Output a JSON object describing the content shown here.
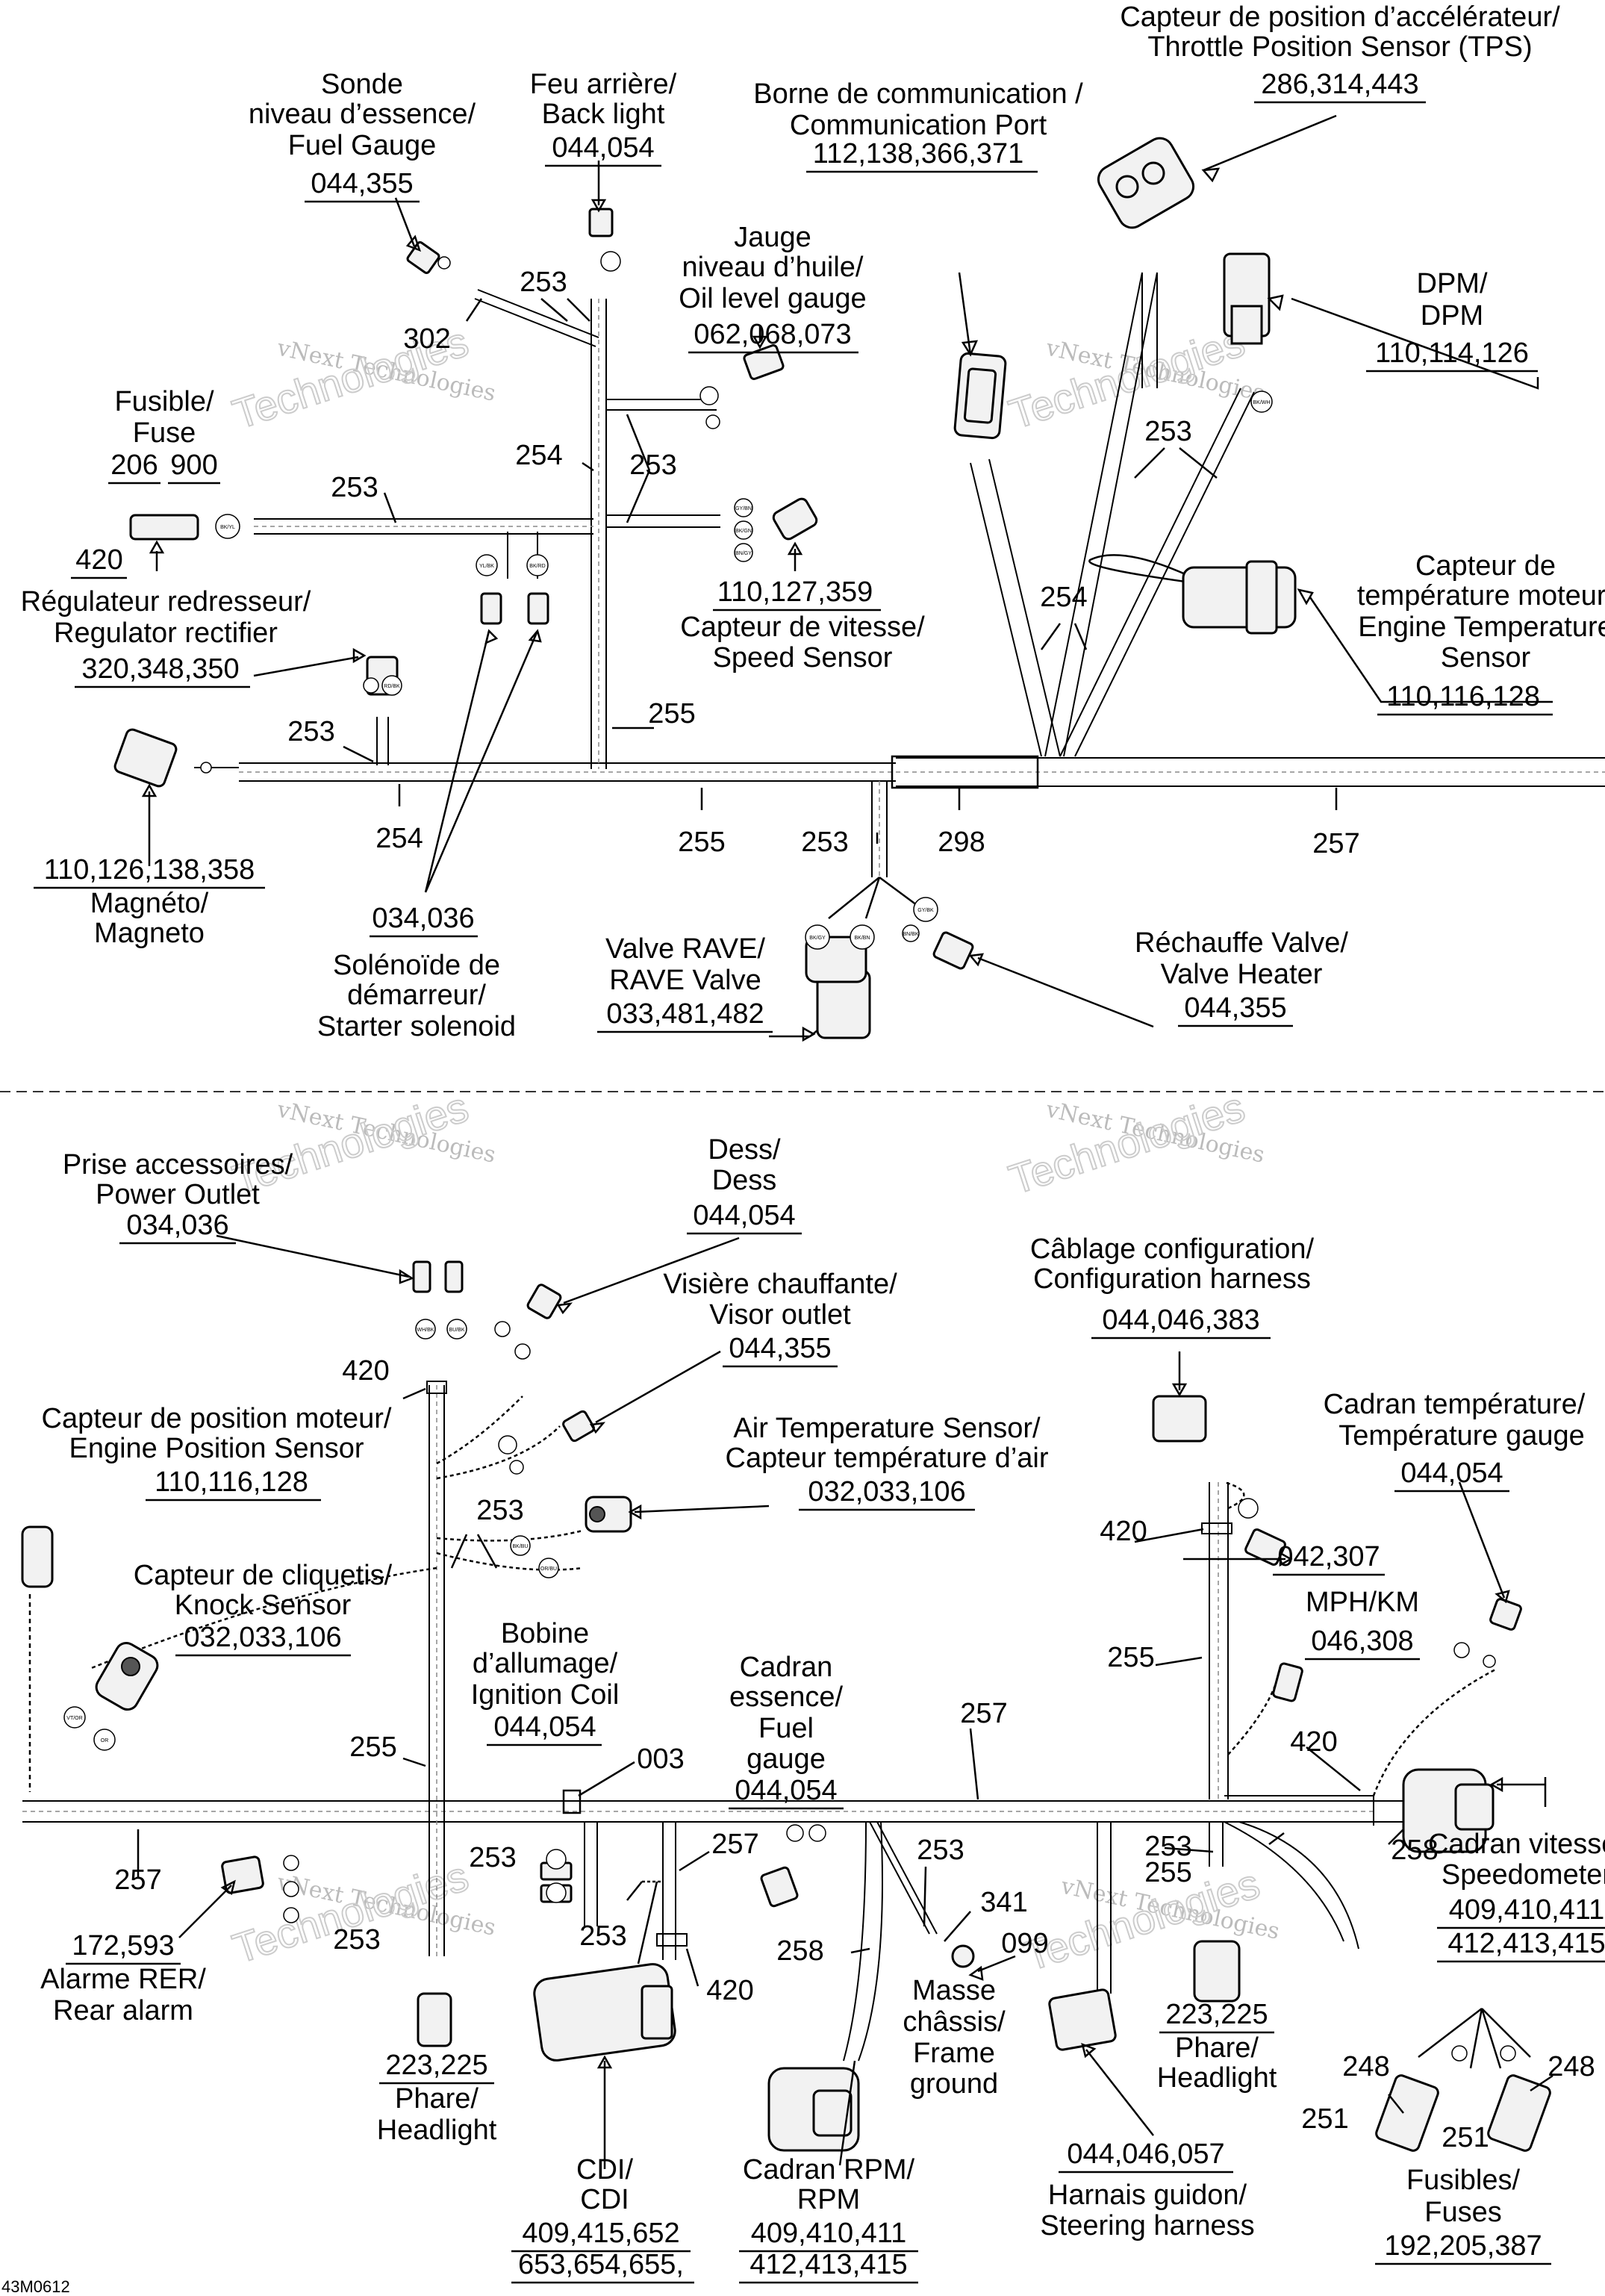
{
  "watermark": {
    "line1": "vNext Technologies",
    "line2": "Technologies",
    "line3": "vNext"
  },
  "top": {
    "tps": {
      "fr": "Capteur de position d’accélérateur/",
      "en": "Throttle Position Sensor (TPS)",
      "refs": "286,314,443"
    },
    "fuel_sensor": {
      "l1": "Sonde",
      "l2": "niveau d’essence/",
      "l3": "Fuel Gauge",
      "refs": "044,355"
    },
    "back_light": {
      "l1": "Feu arrière/",
      "l2": "Back light",
      "refs": "044,054"
    },
    "comm_port": {
      "l1": "Borne de communication /",
      "l2": "Communication Port",
      "refs": "112,138,366,371"
    },
    "oil_gauge": {
      "l1": "Jauge",
      "l2": "niveau d’huile/",
      "l3": "Oil level gauge",
      "refs": "062,068,073"
    },
    "dpm": {
      "l1": "DPM/",
      "l2": "DPM",
      "refs": "110,114,126"
    },
    "fuse": {
      "l1": "Fusible/",
      "l2": "Fuse",
      "n1": "206",
      "n2": "900",
      "n3": "420"
    },
    "engine_temp": {
      "l1": "Capteur de",
      "l2": "température moteur/",
      "l3": "Engine Temperature",
      "l4": "Sensor",
      "refs": "110,116,128"
    },
    "regulator": {
      "l1": "Régulateur redresseur/",
      "l2": "Regulator rectifier",
      "refs": "320,348,350"
    },
    "speed_sensor": {
      "refs": "110,127,359",
      "l1": "Capteur de vitesse/",
      "l2": "Speed Sensor"
    },
    "magneto": {
      "refs": "110,126,138,358",
      "l1": "Magnéto/",
      "l2": "Magneto"
    },
    "starter": {
      "refs": "034,036",
      "l1": "Solénoïde de",
      "l2": "démarreur/",
      "l3": "Starter solenoid"
    },
    "rave": {
      "l1": "Valve RAVE/",
      "l2": "RAVE Valve",
      "refs": "033,481,482"
    },
    "valve_heater": {
      "l1": "Réchauffe Valve/",
      "l2": "Valve Heater",
      "refs": "044,355"
    },
    "nums": {
      "n253a": "253",
      "n302": "302",
      "n253b": "253",
      "n254a": "254",
      "n253c": "253",
      "n253d": "253",
      "n253e": "253",
      "n255a": "255",
      "n254b": "254",
      "n255b": "255",
      "n253f": "253",
      "n298": "298",
      "n257": "257",
      "n253g": "253",
      "n254c": "254"
    }
  },
  "bottom": {
    "power_outlet": {
      "l1": "Prise accessoires/",
      "l2": "Power Outlet",
      "refs": "034,036"
    },
    "dess": {
      "l1": "Dess/",
      "l2": "Dess",
      "refs": "044,054"
    },
    "config": {
      "l1": "Câblage configuration/",
      "l2": "Configuration harness",
      "refs": "044,046,383"
    },
    "visor": {
      "l1": "Visière chauffante/",
      "l2": "Visor outlet",
      "refs": "044,355"
    },
    "temp_gauge": {
      "l1": "Cadran température/",
      "l2": "Température gauge",
      "refs": "044,054"
    },
    "engine_pos": {
      "l1": "Capteur de position moteur/",
      "l2": "Engine Position Sensor",
      "refs": "110,116,128"
    },
    "air_temp": {
      "l1": "Air Temperature Sensor/",
      "l2": "Capteur température d’air",
      "refs": "032,033,106"
    },
    "knock": {
      "l1": "Capteur de cliquetis/",
      "l2": "Knock Sensor",
      "refs": "032,033,106"
    },
    "mph": {
      "refs_a": "042,307",
      "l1": "MPH/KM",
      "refs_b": "046,308"
    },
    "coil": {
      "l1": "Bobine",
      "l2": "d’allumage/",
      "l3": "Ignition Coil",
      "refs": "044,054"
    },
    "fuel_dial": {
      "l1": "Cadran",
      "l2": "essence/",
      "l3": "Fuel",
      "l4": "gauge",
      "refs": "044,054"
    },
    "speedo": {
      "l1": "Cadran vitesse/",
      "l2": "Speedometer",
      "refs1": "409,410,411",
      "refs2": "412,413,415"
    },
    "rear_alarm": {
      "refs": "172,593",
      "l1": "Alarme RER/",
      "l2": "Rear alarm"
    },
    "headlight_l": {
      "refs": "223,225",
      "l1": "Phare/",
      "l2": "Headlight"
    },
    "headlight_r": {
      "refs": "223,225",
      "l1": "Phare/",
      "l2": "Headlight"
    },
    "cdi": {
      "l1": "CDI/",
      "l2": "CDI",
      "refs1": "409,415,652",
      "refs2": "653,654,655,"
    },
    "rpm": {
      "l1": "Cadran RPM/",
      "l2": "RPM",
      "refs1": "409,410,411",
      "refs2": "412,413,415"
    },
    "ground": {
      "n1": "341",
      "n2": "099",
      "l1": "Masse",
      "l2": "châssis/",
      "l3": "Frame",
      "l4": "ground"
    },
    "steering": {
      "refs": "044,046,057",
      "l1": "Harnais guidon/",
      "l2": "Steering harness"
    },
    "fuses": {
      "n248a": "248",
      "n248b": "248",
      "n251a": "251",
      "n251b": "251",
      "l1": "Fusibles/",
      "l2": "Fuses",
      "refs": "192,205,387"
    },
    "nums": {
      "n420a": "420",
      "n420b": "420",
      "n253a": "253",
      "n255a": "255",
      "n255b": "255",
      "n257a": "257",
      "n420c": "420",
      "n003": "003",
      "n257b": "257",
      "n253b": "253",
      "n257c": "257",
      "n253c": "253",
      "n253d": "253",
      "n253e": "253",
      "n258a": "258",
      "n253f": "253",
      "n420d": "420",
      "n258b": "258",
      "n255c": "255"
    }
  },
  "footer_code": "43M0612",
  "connector_tags": [
    "BK/BN",
    "GY/BK",
    "BK/GY",
    "BN/BK",
    "BK/GN",
    "GY/BN",
    "BN/GY",
    "BK/YL",
    "YL/BK",
    "BK/RD",
    "RD/BK",
    "BK/WH",
    "WH/BK",
    "BU/BK",
    "BK/BU",
    "OR/BU",
    "VT/OR",
    "OR"
  ]
}
